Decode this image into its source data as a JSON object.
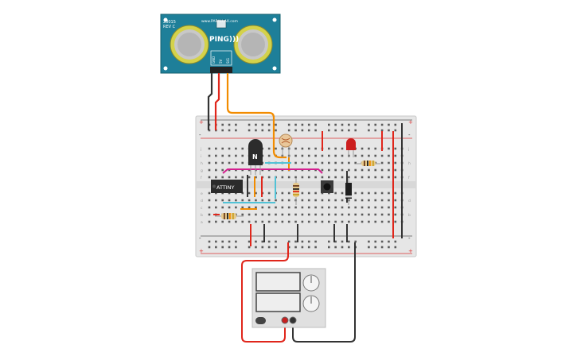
{
  "sensor": {
    "model": "28015",
    "revision": "REV C",
    "url": "www.PARALLAX.com",
    "brand": "PING)))",
    "pins": [
      "GND",
      "5V",
      "SIG"
    ],
    "board_color": "#1e7f99",
    "ring_color": "#d4d24a"
  },
  "breadboard": {
    "row_letters_top": [
      "j",
      "i",
      "h",
      "g",
      "f"
    ],
    "row_letters_bottom": [
      "e",
      "d",
      "c",
      "b",
      "a"
    ],
    "plus_label": "+",
    "minus_label": "-",
    "body_color": "#e6e6e6"
  },
  "components": {
    "transistor_label": "N",
    "chip_label": "ATTINY",
    "led_color": "#cc1f1f"
  },
  "power_supply": {
    "body_color": "#e0e0e0"
  },
  "wire_colors": {
    "red": "#e0261b",
    "black": "#333333",
    "orange": "#f28c00",
    "magenta": "#d4208f",
    "cyan": "#52c2d6"
  }
}
